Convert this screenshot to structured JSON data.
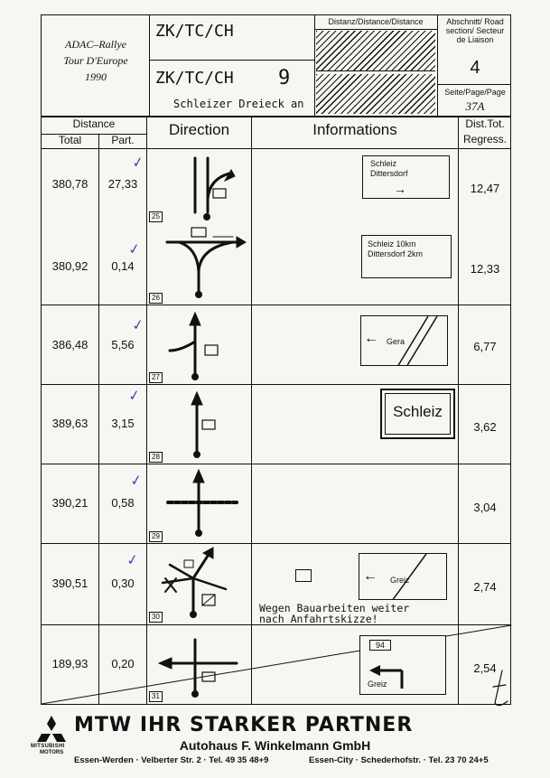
{
  "header": {
    "rally_line1": "ADAC–Rallye",
    "rally_line2": "Tour D'Europe",
    "rally_line3": "1990",
    "zk_top": "ZK/TC/CH",
    "zk_bottom": "ZK/TC/CH",
    "zk_number": "9",
    "zk_place": "Schleizer Dreieck an",
    "distance_header": "Distanz/Distance/Distance",
    "section_header": "Abschnitt/ Road section/ Secteur de Liaison",
    "section_number": "4",
    "page_header": "Seite/Page/Page",
    "page_number": "37A"
  },
  "columns": {
    "distance": "Distance",
    "total": "Total",
    "part": "Part.",
    "direction": "Direction",
    "informations": "Informations",
    "dist_tot": "Dist.Tot.",
    "regress": "Regress."
  },
  "rows": [
    {
      "total": "380,78",
      "part": "27,33",
      "no": "25",
      "regress": "12,47",
      "checked": true
    },
    {
      "total": "380,92",
      "part": "0,14",
      "no": "26",
      "regress": "12,33",
      "checked": true
    },
    {
      "total": "386,48",
      "part": "5,56",
      "no": "27",
      "regress": "6,77",
      "checked": true
    },
    {
      "total": "389,63",
      "part": "3,15",
      "no": "28",
      "regress": "3,62",
      "checked": true
    },
    {
      "total": "390,21",
      "part": "0,58",
      "no": "29",
      "regress": "3,04",
      "checked": true
    },
    {
      "total": "390,51",
      "part": "0,30",
      "no": "30",
      "regress": "2,74",
      "checked": true
    },
    {
      "total": "189,93",
      "part": "0,20",
      "no": "31",
      "regress": "2,54",
      "checked": false
    }
  ],
  "signs": {
    "r1_line1": "Schleiz",
    "r1_line2": "Dittersdorf",
    "r2_line1": "Schleiz 10km",
    "r2_line2": "Dittersdorf 2km",
    "r3_place": "Gera",
    "r4_place": "Schleiz",
    "r6_place": "Greiz",
    "r6_note_line1": "Wegen Bauarbeiten weiter",
    "r6_note_line2": "nach Anfahrtskizze!",
    "r7_route": "94",
    "r7_place": "Greiz"
  },
  "footer": {
    "brand": "MITSUBISHI",
    "brand2": "MOTORS",
    "headline": "MTW IHR STARKER PARTNER",
    "dealer": "Autohaus F. Winkelmann GmbH",
    "addr_left": "Essen-Werden · Velberter Str. 2 · Tel. 49 35 48+9",
    "addr_right": "Essen-City · Schederhofstr. · Tel. 23 70 24+5"
  },
  "colors": {
    "ink": "#111111",
    "pen": "#3a4fb0",
    "paper": "#f7f6f2"
  }
}
